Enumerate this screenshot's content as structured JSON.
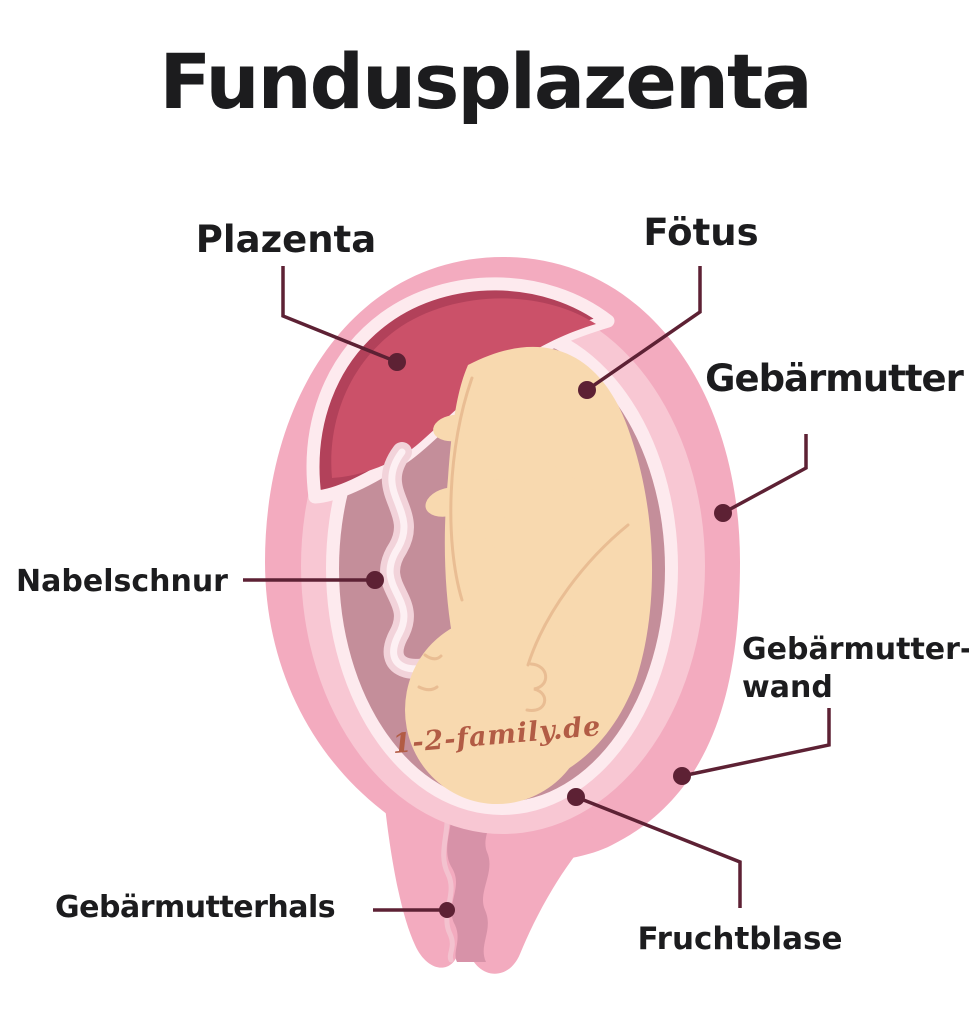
{
  "title": "Fundusplazenta",
  "watermark": "1-2-family.de",
  "labels": {
    "plazenta": "Plazenta",
    "foetus": "Fötus",
    "gebaermutter": "Gebärmutter",
    "nabelschnur": "Nabelschnur",
    "gebaermutterwand": {
      "line1": "Gebärmutter-",
      "line2": "wand"
    },
    "gebaermutterhals": "Gebärmutterhals",
    "fruchtblase": "Fruchtblase"
  },
  "colors": {
    "background": "#ffffff",
    "label_text": "#1c1c1e",
    "leader_line": "#5d2134",
    "uterus_wall": "#f3abbf",
    "uterus_wall_highlight": "#f8c7d3",
    "amniotic_sac": "#fdeaee",
    "amniotic_fluid": "#c48e9a",
    "placenta_dark": "#b2415a",
    "placenta_main": "#cb5169",
    "fetus_skin": "#f8d9af",
    "fetus_outline": "#e9bd93",
    "umbilical_cord": "#f2d3da",
    "umbilical_cord_highlight": "#fdf0f3",
    "cervix_canal": "#d792a8",
    "cervix_canal_edge": "#f3c2cf",
    "watermark_color": "#b25c45"
  }
}
